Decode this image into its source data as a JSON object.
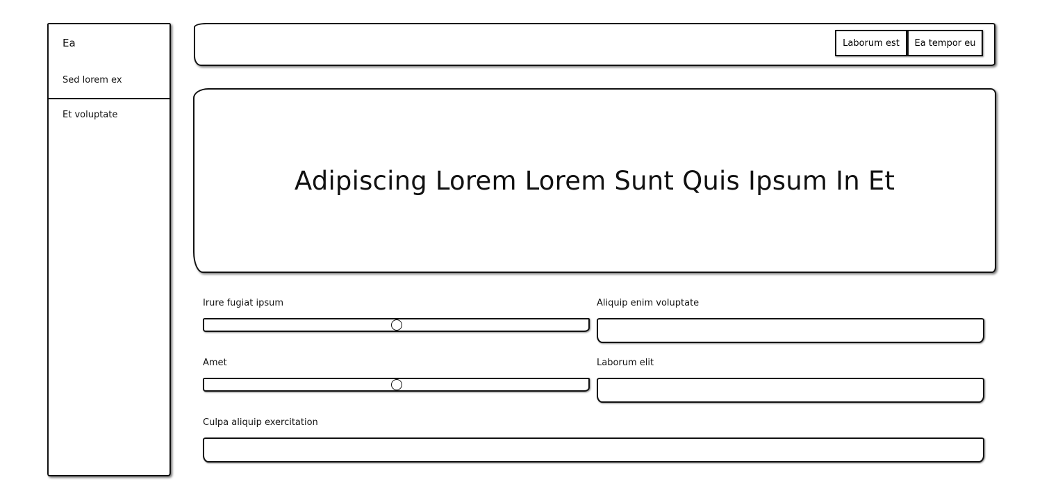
{
  "sidebar": {
    "title": "Ea",
    "items": [
      {
        "label": "Sed lorem ex"
      },
      {
        "label": "Et voluptate"
      }
    ]
  },
  "header": {
    "buttons": [
      {
        "label": "Laborum est"
      },
      {
        "label": "Ea tempor eu"
      }
    ]
  },
  "hero": {
    "heading": "Adipiscing Lorem Lorem Sunt Quis Ipsum In Et"
  },
  "form": {
    "slider1": {
      "label": "Irure fugiat ipsum",
      "value_fraction": 0.5
    },
    "input1": {
      "label": "Aliquip enim voluptate",
      "value": "",
      "placeholder": ""
    },
    "slider2": {
      "label": "Amet",
      "value_fraction": 0.5
    },
    "input2": {
      "label": "Laborum elit",
      "value": "",
      "placeholder": ""
    },
    "input3": {
      "label": "Culpa aliquip exercitation",
      "value": "",
      "placeholder": ""
    }
  }
}
